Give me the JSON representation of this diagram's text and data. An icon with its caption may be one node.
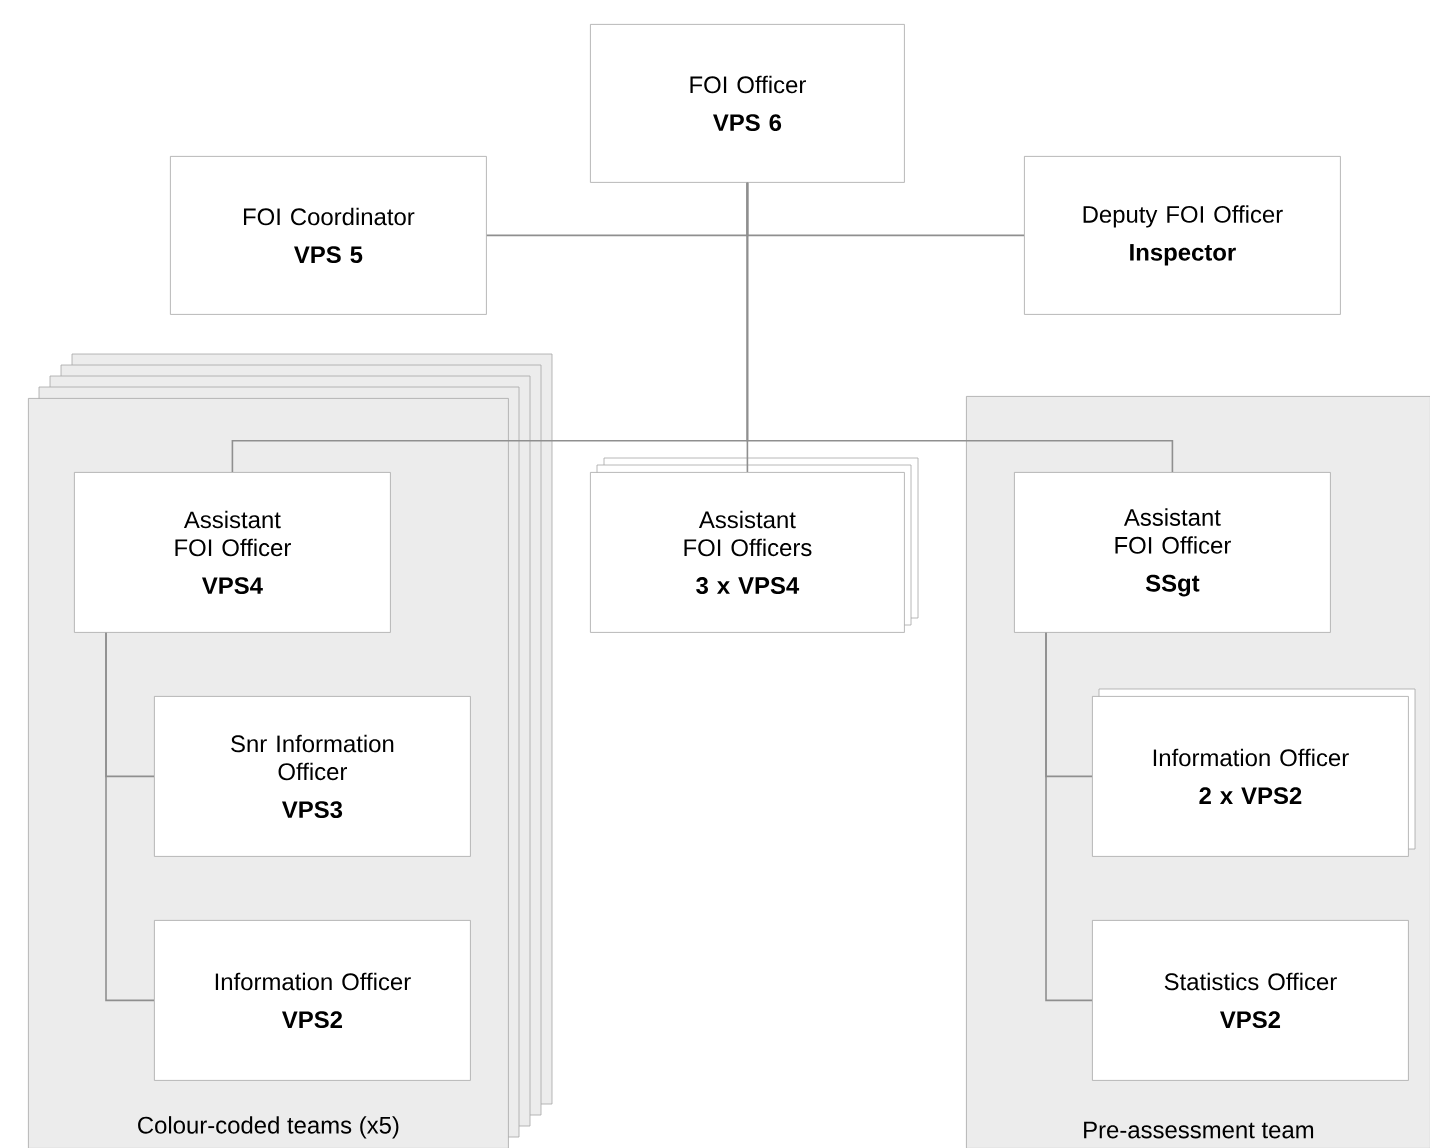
{
  "diagram": {
    "nodes": [
      {
        "text": [
          "FOI Officer",
          "VPS 6"
        ]
      },
      {
        "text": [
          "FOI Coordinator",
          "VPS 5"
        ]
      },
      {
        "text": [
          "Deputy FOI Officer",
          "Inspector"
        ]
      },
      {
        "text": [
          "Colour-coded teams (x5)"
        ]
      },
      {
        "text": [
          "Assistant FOI Officer",
          "VPS4"
        ],
        "in": 3
      },
      {
        "text": [
          "Snr Information Officer",
          "VPS3"
        ],
        "in": 3
      },
      {
        "text": [
          "Information Officer",
          "VPS2"
        ],
        "in": 3
      },
      {
        "text": [
          "Assistant FOI Officers",
          "3 x VPS4"
        ]
      },
      {
        "text": [
          "Pre-assessment team"
        ]
      },
      {
        "text": [
          "Assistant FOI Officer",
          "SSgt"
        ],
        "in": 8
      },
      {
        "text": [
          "Information Officer",
          "2 x VPS2"
        ],
        "in": 8
      },
      {
        "text": [
          "Statistics Officer",
          "VPS2"
        ],
        "in": 8
      }
    ],
    "edges": [
      {
        "from": 0,
        "to": 1,
        "arrow": "none"
      },
      {
        "from": 0,
        "to": 2,
        "arrow": "none"
      },
      {
        "from": 0,
        "to": 7,
        "arrow": "none"
      },
      {
        "from": 0,
        "to": 4,
        "arrow": "none"
      },
      {
        "from": 0,
        "to": 9,
        "arrow": "none"
      },
      {
        "from": 4,
        "to": 5,
        "arrow": "none"
      },
      {
        "from": 4,
        "to": 6,
        "arrow": "none"
      },
      {
        "from": 9,
        "to": 10,
        "arrow": "none"
      },
      {
        "from": 9,
        "to": 11,
        "arrow": "none"
      }
    ]
  }
}
